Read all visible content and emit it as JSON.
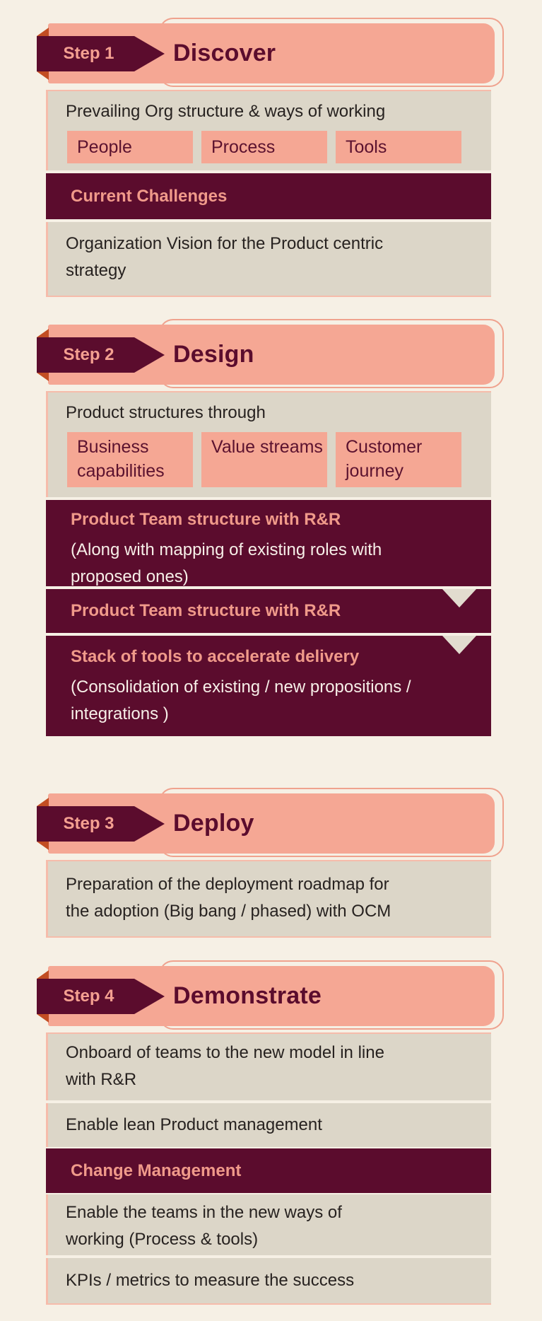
{
  "palette": {
    "background_cream": "#f6f0e5",
    "salmon_pink": "#f5a794",
    "deep_maroon": "#5b0c2d",
    "content_beige": "#dcd6c8",
    "ribbon_fold_orange": "#c24d23",
    "salmon_text_on_maroon": "#f09a8a",
    "white_text_on_maroon": "#f7efe8"
  },
  "steps": [
    {
      "badge": "Step 1",
      "title": "Discover",
      "rows": [
        {
          "text": "Prevailing Org structure & ways of working",
          "chips": [
            "People",
            "Process",
            "Tools"
          ]
        },
        {
          "title": "Current Challenges"
        },
        {
          "text": "Organization Vision for the Product centric\nstrategy"
        }
      ]
    },
    {
      "badge": "Step 2",
      "title": "Design",
      "rows": [
        {
          "text": "Product structures through",
          "chips": [
            "Business capabilities",
            "Value streams",
            "Customer journey"
          ]
        },
        {
          "title": "Product Team structure with R&R",
          "subtitle": "(Along with mapping of existing roles with\nproposed ones)"
        },
        {
          "title": "Product Team structure with R&R"
        },
        {
          "title": "Stack of tools to accelerate delivery",
          "subtitle": "(Consolidation of existing / new propositions /\nintegrations )"
        }
      ]
    },
    {
      "badge": "Step 3",
      "title": "Deploy",
      "rows": [
        {
          "text": "Preparation of the deployment roadmap for\nthe adoption (Big bang / phased) with OCM"
        }
      ]
    },
    {
      "badge": "Step 4",
      "title": "Demonstrate",
      "rows": [
        {
          "text": "Onboard of teams to  the new model in line\nwith R&R"
        },
        {
          "text": "Enable lean Product management"
        },
        {
          "title": "Change Management"
        },
        {
          "text": "Enable the teams in the new ways of\nworking (Process & tools)"
        },
        {
          "text": "KPIs / metrics  to measure the success"
        }
      ]
    }
  ]
}
